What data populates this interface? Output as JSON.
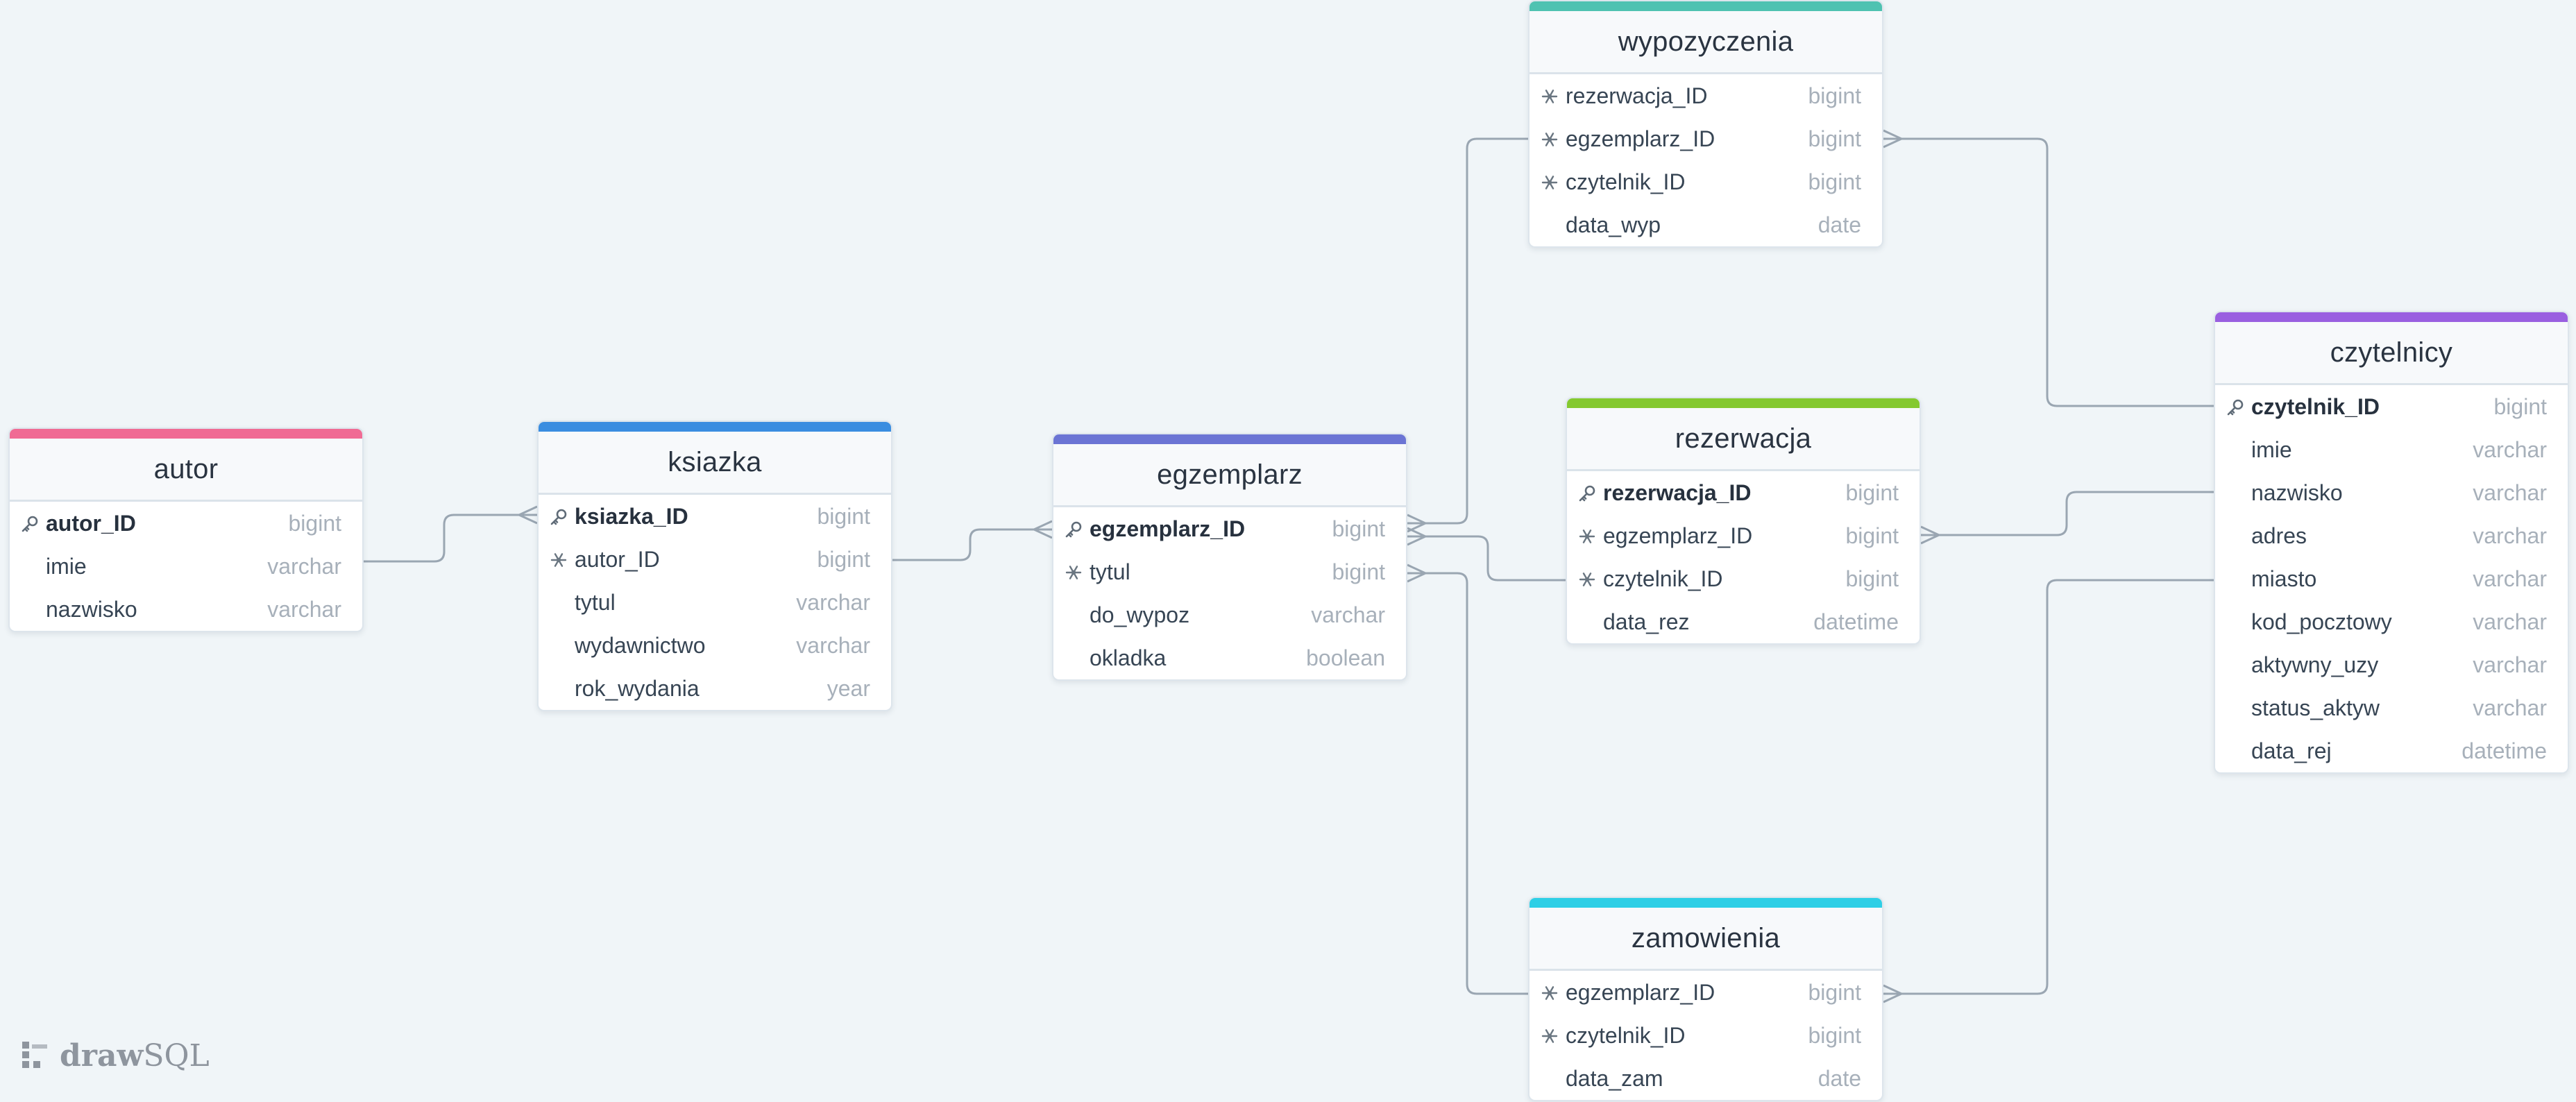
{
  "tables": [
    {
      "id": "autor",
      "name": "autor",
      "color": "#f06b94",
      "columns": [
        {
          "name": "autor_ID",
          "type": "bigint",
          "key": "pk"
        },
        {
          "name": "imie",
          "type": "varchar",
          "key": ""
        },
        {
          "name": "nazwisko",
          "type": "varchar",
          "key": ""
        }
      ]
    },
    {
      "id": "ksiazka",
      "name": "ksiazka",
      "color": "#3a8de0",
      "columns": [
        {
          "name": "ksiazka_ID",
          "type": "bigint",
          "key": "pk"
        },
        {
          "name": "autor_ID",
          "type": "bigint",
          "key": "fk"
        },
        {
          "name": "tytul",
          "type": "varchar",
          "key": ""
        },
        {
          "name": "wydawnictwo",
          "type": "varchar",
          "key": ""
        },
        {
          "name": "rok_wydania",
          "type": "year",
          "key": ""
        }
      ]
    },
    {
      "id": "egzemplarz",
      "name": "egzemplarz",
      "color": "#6b74d4",
      "columns": [
        {
          "name": "egzemplarz_ID",
          "type": "bigint",
          "key": "pk"
        },
        {
          "name": "tytul",
          "type": "bigint",
          "key": "fk"
        },
        {
          "name": "do_wypoz",
          "type": "varchar",
          "key": ""
        },
        {
          "name": "okladka",
          "type": "boolean",
          "key": ""
        }
      ]
    },
    {
      "id": "wypozyczenia",
      "name": "wypozyczenia",
      "color": "#4fc2b1",
      "columns": [
        {
          "name": "rezerwacja_ID",
          "type": "bigint",
          "key": "fk"
        },
        {
          "name": "egzemplarz_ID",
          "type": "bigint",
          "key": "fk"
        },
        {
          "name": "czytelnik_ID",
          "type": "bigint",
          "key": "fk"
        },
        {
          "name": "data_wyp",
          "type": "date",
          "key": ""
        }
      ]
    },
    {
      "id": "rezerwacja",
      "name": "rezerwacja",
      "color": "#84c930",
      "columns": [
        {
          "name": "rezerwacja_ID",
          "type": "bigint",
          "key": "pk"
        },
        {
          "name": "egzemplarz_ID",
          "type": "bigint",
          "key": "fk"
        },
        {
          "name": "czytelnik_ID",
          "type": "bigint",
          "key": "fk"
        },
        {
          "name": "data_rez",
          "type": "datetime",
          "key": ""
        }
      ]
    },
    {
      "id": "zamowienia",
      "name": "zamowienia",
      "color": "#2ecfe6",
      "columns": [
        {
          "name": "egzemplarz_ID",
          "type": "bigint",
          "key": "fk"
        },
        {
          "name": "czytelnik_ID",
          "type": "bigint",
          "key": "fk"
        },
        {
          "name": "data_zam",
          "type": "date",
          "key": ""
        }
      ]
    },
    {
      "id": "czytelnicy",
      "name": "czytelnicy",
      "color": "#9a5fe0",
      "columns": [
        {
          "name": "czytelnik_ID",
          "type": "bigint",
          "key": "pk"
        },
        {
          "name": "imie",
          "type": "varchar",
          "key": ""
        },
        {
          "name": "nazwisko",
          "type": "varchar",
          "key": ""
        },
        {
          "name": "adres",
          "type": "varchar",
          "key": ""
        },
        {
          "name": "miasto",
          "type": "varchar",
          "key": ""
        },
        {
          "name": "kod_pocztowy",
          "type": "varchar",
          "key": ""
        },
        {
          "name": "aktywny_uzy",
          "type": "varchar",
          "key": ""
        },
        {
          "name": "status_aktyw",
          "type": "varchar",
          "key": ""
        },
        {
          "name": "data_rej",
          "type": "datetime",
          "key": ""
        }
      ]
    }
  ],
  "relations": [
    {
      "from": "autor.autor_ID",
      "to": "ksiazka.autor_ID"
    },
    {
      "from": "ksiazka.ksiazka_ID",
      "to": "egzemplarz.tytul"
    },
    {
      "from": "egzemplarz.egzemplarz_ID",
      "to": "wypozyczenia.egzemplarz_ID"
    },
    {
      "from": "egzemplarz.egzemplarz_ID",
      "to": "rezerwacja.egzemplarz_ID"
    },
    {
      "from": "egzemplarz.egzemplarz_ID",
      "to": "zamowienia.egzemplarz_ID"
    },
    {
      "from": "czytelnicy.czytelnik_ID",
      "to": "wypozyczenia.czytelnik_ID"
    },
    {
      "from": "czytelnicy.czytelnik_ID",
      "to": "rezerwacja.czytelnik_ID"
    },
    {
      "from": "czytelnicy.czytelnik_ID",
      "to": "zamowienia.czytelnik_ID"
    }
  ],
  "icons": {
    "primary_key": "key-icon",
    "foreign_key": "snowflake-icon"
  },
  "colors": {
    "canvas": "#f0f5f8",
    "line": "#9aa6b2",
    "pk_icon": "#5f6b77",
    "fk_icon": "#6a7681"
  },
  "brand": {
    "logo_bold": "draw",
    "logo_light": "SQL"
  }
}
